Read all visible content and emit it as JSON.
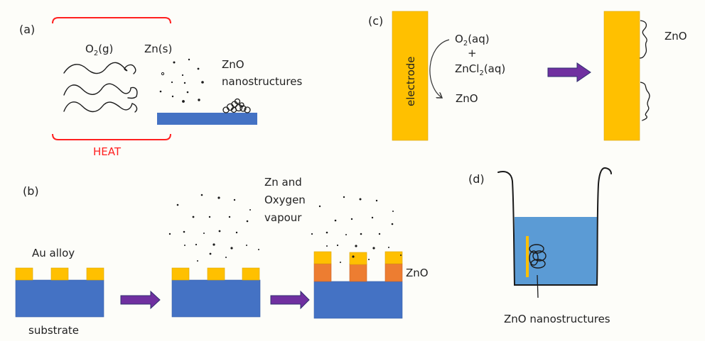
{
  "colors": {
    "substrate_blue": "#4472c4",
    "gold": "#ffc000",
    "zno_orange": "#ed7d31",
    "arrow_purple": "#7030a0",
    "heat_red": "#ff2020",
    "water_blue": "#5b9bd5",
    "ink": "#1a1a1a"
  },
  "panel_a": {
    "label": "(a)",
    "o2_text": "O",
    "o2_sub": "2",
    "o2_suffix": "(g)",
    "zn_text": "Zn(s)",
    "zno_line1": "ZnO",
    "zno_line2": "nanostructures",
    "heat_label": "HEAT"
  },
  "panel_b": {
    "label": "(b)",
    "au_label": "Au alloy",
    "substrate_label": "substrate",
    "vapour_line1": "Zn and",
    "vapour_line2": "Oxygen",
    "vapour_line3": "vapour",
    "zno_label": "ZnO"
  },
  "panel_c": {
    "label": "(c)",
    "electrode_label": "electrode",
    "o2_text": "O",
    "o2_sub": "2",
    "o2_suffix": "(aq)",
    "plus": "+",
    "zncl_text": "ZnCl",
    "zncl_sub": "2",
    "zncl_suffix": "(aq)",
    "product": "ZnO",
    "result_label": "ZnO"
  },
  "panel_d": {
    "label": "(d)",
    "caption": "ZnO nanostructures"
  }
}
